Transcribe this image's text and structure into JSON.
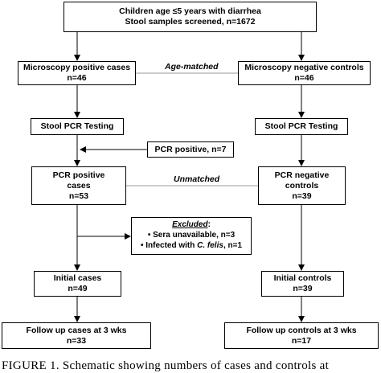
{
  "top": {
    "line1": "Children age ≤5 years with diarrhea",
    "line2": "Stool samples screened, n=1672"
  },
  "micro_pos": {
    "line1": "Microscopy positive cases",
    "line2": "n=46"
  },
  "micro_neg": {
    "line1": "Microscopy negative controls",
    "line2": "n=46"
  },
  "age_matched": "Age-matched",
  "pcr_test_left": "Stool PCR Testing",
  "pcr_test_right": "Stool PCR Testing",
  "pcr_positive": "PCR positive, n=7",
  "pcr_pos_cases": {
    "line1": "PCR positive",
    "line2": "cases",
    "line3": "n=53"
  },
  "pcr_neg_controls": {
    "line1": "PCR negative",
    "line2": "controls",
    "line3": "n=39"
  },
  "unmatched": "Unmatched",
  "excluded": {
    "title": "Excluded",
    "colon": ":",
    "row1": "• Sera unavailable, n=3",
    "row2_pre": "• Infected with ",
    "row2_species": "C. felis",
    "row2_post": ", n=1"
  },
  "initial_cases": {
    "line1": "Initial cases",
    "line2": "n=49"
  },
  "initial_controls": {
    "line1": "Initial controls",
    "line2": "n=39"
  },
  "follow_cases": {
    "line1": "Follow up cases at 3 wks",
    "line2": "n=33"
  },
  "follow_controls": {
    "line1": "Follow up controls at 3 wks",
    "line2": "n=17"
  },
  "caption": "FIGURE 1.   Schematic showing numbers of cases and controls at"
}
